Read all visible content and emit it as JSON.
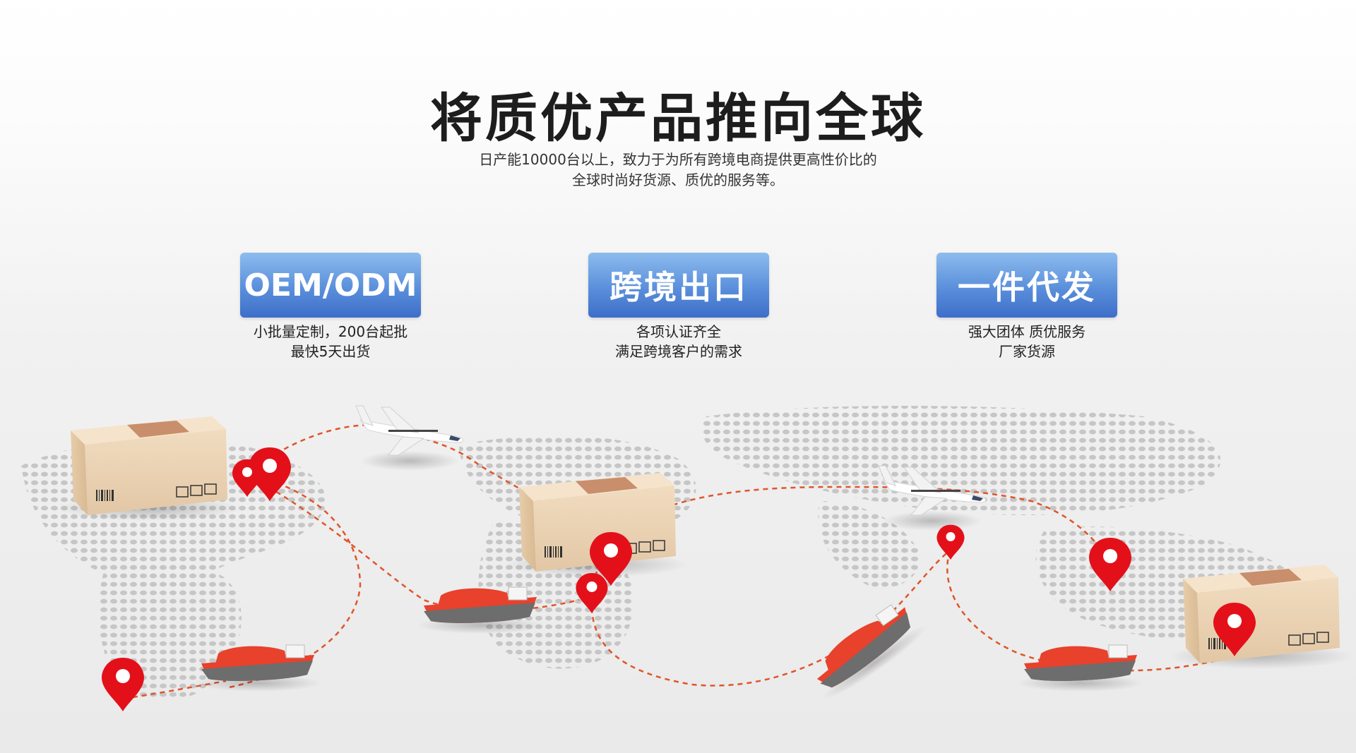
{
  "hero": {
    "title": "将质优产品推向全球",
    "subtitle_line1": "日产能10000台以上，致力于为所有跨境电商提供更高性价比的",
    "subtitle_line2": "全球时尚好货源、质优的服务等。"
  },
  "features": [
    {
      "label": "OEM/ODM",
      "line1": "小批量定制，200台起批",
      "line2": "最快5天出货"
    },
    {
      "label": "跨境出口",
      "line1": "各项认证齐全",
      "line2": "满足跨境客户的需求"
    },
    {
      "label": "一件代发",
      "line1": "强大团体 质优服务",
      "line2": "厂家货源"
    }
  ],
  "illustration": {
    "icons": [
      "box-icon",
      "airplane-icon",
      "cargo-ship-icon",
      "map-pin-icon"
    ],
    "colors": {
      "pin": "#e3101a",
      "ship_hull": "#e8412c",
      "box": "#e9d2b4",
      "tape": "#c98e6b",
      "route": "#e0542a",
      "map_dots": "#c9c9c9"
    }
  }
}
